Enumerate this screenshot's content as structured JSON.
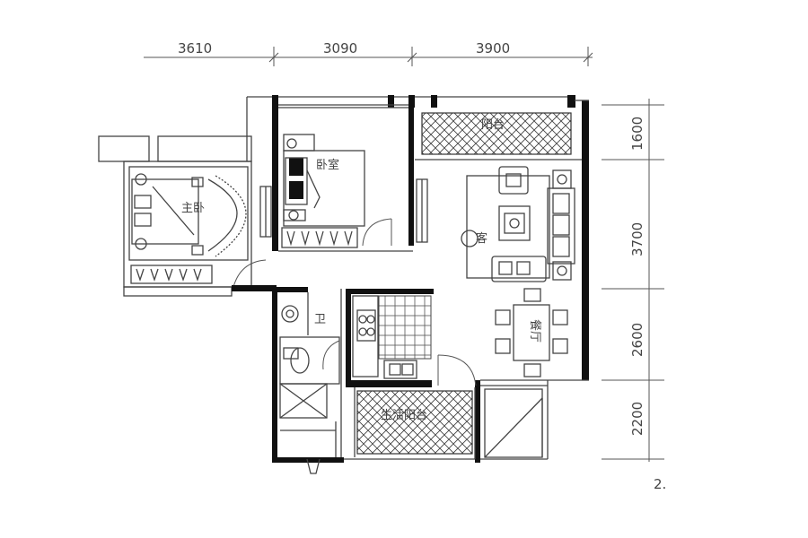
{
  "dimensions": {
    "top": [
      "3610",
      "3090",
      "3900"
    ],
    "right": [
      "1600",
      "3700",
      "2600",
      "2200"
    ]
  },
  "rooms": {
    "master_bedroom": "主卧",
    "bedroom": "卧室",
    "living_room": "客",
    "dining_room": "餐厅",
    "bathroom": "卫",
    "balcony_kitchen": "生活阳台",
    "balcony_top": "阳台"
  },
  "marks": {
    "corner": "2."
  }
}
